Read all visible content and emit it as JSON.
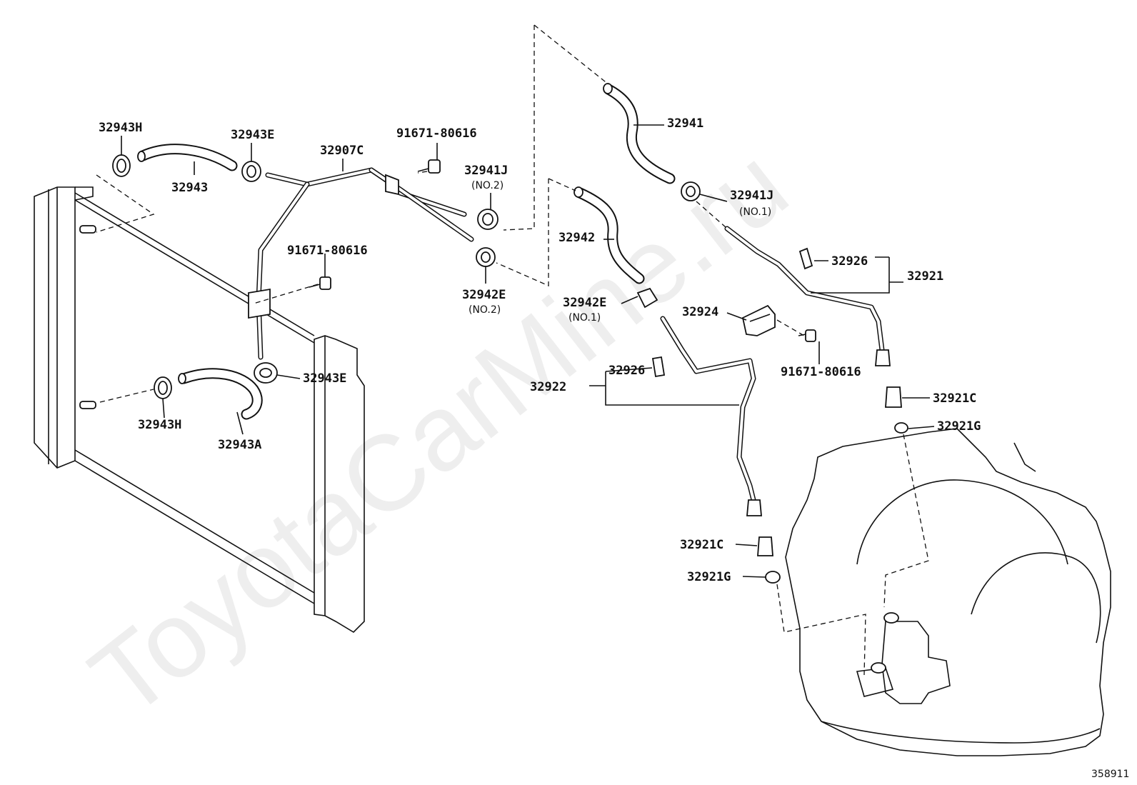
{
  "diagram": {
    "watermark": "ToyotaCarMine.ru",
    "figure_id": "358911",
    "labels": {
      "l_32943H_top": "32943H",
      "l_32943": "32943",
      "l_32943E_top": "32943E",
      "l_32907C": "32907C",
      "l_91671_top": "91671-80616",
      "l_32941J_no2": "32941J",
      "l_no2_a": "(NO.2)",
      "l_32941": "32941",
      "l_32941J_no1": "32941J",
      "l_no1_a": "(NO.1)",
      "l_32942": "32942",
      "l_32942E_no2": "32942E",
      "l_no2_b": "(NO.2)",
      "l_91671_mid": "91671-80616",
      "l_32926_top": "32926",
      "l_32921": "32921",
      "l_32942E_no1": "32942E",
      "l_no1_b": "(NO.1)",
      "l_32924": "32924",
      "l_91671_right": "91671-80616",
      "l_32943E_mid": "32943E",
      "l_32926_mid": "32926",
      "l_32922": "32922",
      "l_32921C_top": "32921C",
      "l_32921G_top": "32921G",
      "l_32943H_bot": "32943H",
      "l_32943A": "32943A",
      "l_32921C_bot": "32921C",
      "l_32921G_bot": "32921G"
    }
  }
}
